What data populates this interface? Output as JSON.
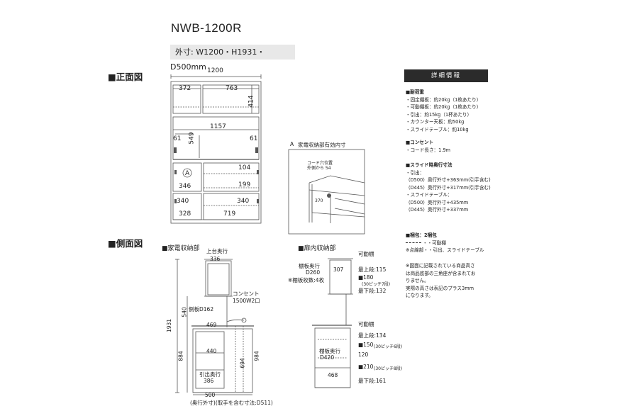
{
  "title": "NWB-1200R",
  "outer_dims": "外寸: W1200・H1931・D500mm",
  "front": {
    "section": "■正面図",
    "width": "1200",
    "upper_left": "372",
    "upper_right": "763",
    "upper_h": "414",
    "mid_w": "1157",
    "mid_h": "549",
    "side_left": "61",
    "side_right": "61",
    "marker": "A",
    "d104": "104",
    "d346": "346",
    "d199": "199",
    "d340l": "340",
    "d340r": "340",
    "d328": "328",
    "d719": "719"
  },
  "inset": {
    "title": "家電収納部有効内寸",
    "marker": "A",
    "note1": "コード穴位置",
    "note2": "外側から 54",
    "d370": "370"
  },
  "side": {
    "section": "■側面図",
    "appliance_label": "■家電収納部",
    "door_label": "■扉内収納部",
    "top_depth": "上台奥行",
    "d336": "336",
    "outlet": "コンセント",
    "outlet_spec": "1500W2口",
    "shelf_d": "側板D162",
    "d540": "540",
    "d1931": "1931",
    "d469": "469",
    "d440": "440",
    "d884": "884",
    "d694": "694",
    "d984": "984",
    "drawer_depth": "引出奥行",
    "d386": "386",
    "d500": "500",
    "depth_note": "(奥行外寸)(取手を含む寸法:D511)",
    "movable1": "可動棚",
    "shelf_depth1": "棚板奥行",
    "d260": "D260",
    "shelves_note": "※棚板枚数:4枚",
    "d307": "307",
    "top_step1": "最上段:115",
    "step180": "■180",
    "pitch7": "(30ピッチ7段)",
    "bottom_step1": "最下段:132",
    "movable2": "可動棚",
    "top_step2": "最上段:134",
    "step150": "■150",
    "pitch6": "(30ピッチ6段)",
    "shelf_depth2": "棚板奥行",
    "d420": "D420",
    "d120": "120",
    "d468": "468",
    "step210": "■210",
    "pitch8": "(30ピッチ8段)",
    "bottom_step2": "最下段:161"
  },
  "details": {
    "header": "詳細情報",
    "load_head": "■耐荷重",
    "load": [
      "・固定棚板：約20kg（1枚あたり）",
      "・可動棚板：約20kg（1枚あたり）",
      "・引出：約15kg（1杯あたり）",
      "・カウンター天板：約50kg",
      "・スライドテーブル：約10kg"
    ],
    "outlet_head": "■コンセント",
    "outlet": "・コード長さ：1.9m",
    "slide_head": "■スライド時奥行寸法",
    "slide": [
      "・引出：",
      "（D500）奥行外寸+363mm(引手含む)",
      "（D445）奥行外寸+317mm(引手含む)",
      "・スライドテーブル：",
      "（D500）奥行外寸+435mm",
      "（D445）奥行外寸+337mm"
    ],
    "pack": "■梱包：2梱包",
    "legend1": "・・可動棚",
    "legend2": "※点線部・・引出、スライドテーブル",
    "note": [
      "※図面に記載されている商品高さ",
      "は商品底部の三角座が含まれてお",
      "りません。",
      "実際の高さは表記のプラス3mm",
      "になります。"
    ]
  }
}
